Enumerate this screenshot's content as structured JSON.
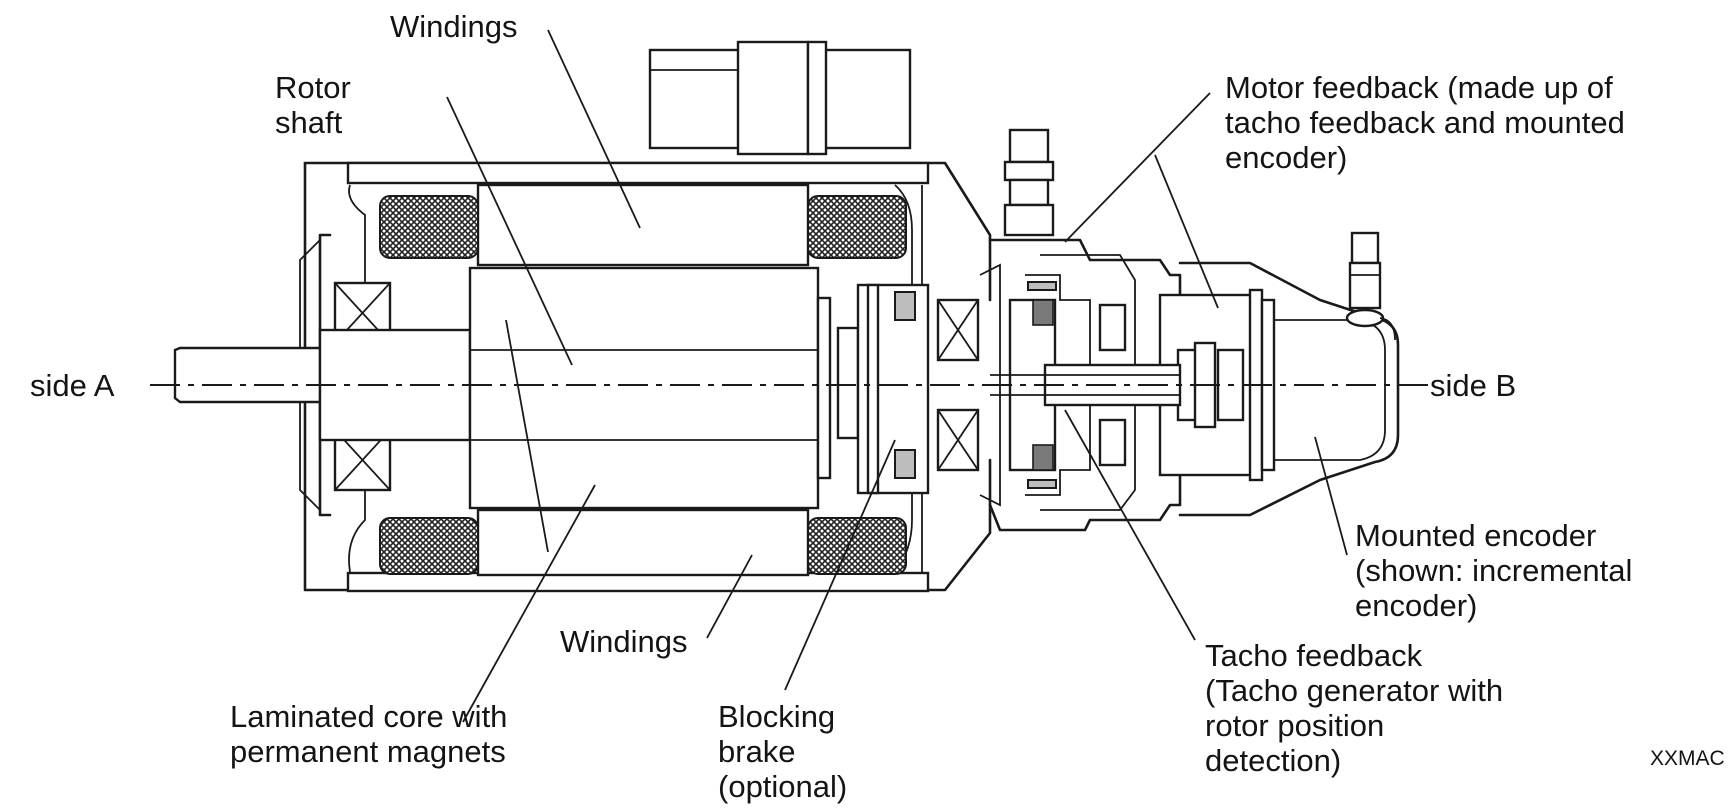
{
  "labels": {
    "windings_top": "Windings",
    "rotor_shaft_line1": "Rotor",
    "rotor_shaft_line2": "shaft",
    "motor_feedback_line1": "Motor feedback (made up of",
    "motor_feedback_line2": "tacho feedback and mounted",
    "motor_feedback_line3": "encoder)",
    "side_a": "side A",
    "side_b": "side B",
    "mounted_encoder_line1": "Mounted encoder",
    "mounted_encoder_line2": "(shown: incremental",
    "mounted_encoder_line3": "encoder)",
    "windings_bottom": "Windings",
    "tacho_feedback_line1": "Tacho feedback",
    "tacho_feedback_line2": "(Tacho generator with",
    "tacho_feedback_line3": "rotor position",
    "tacho_feedback_line4": "detection)",
    "laminated_core_line1": "Laminated core with",
    "laminated_core_line2": "permanent magnets",
    "blocking_brake_line1": "Blocking",
    "blocking_brake_line2": "brake",
    "blocking_brake_line3": "(optional)",
    "figure_code": "XXMAC"
  }
}
